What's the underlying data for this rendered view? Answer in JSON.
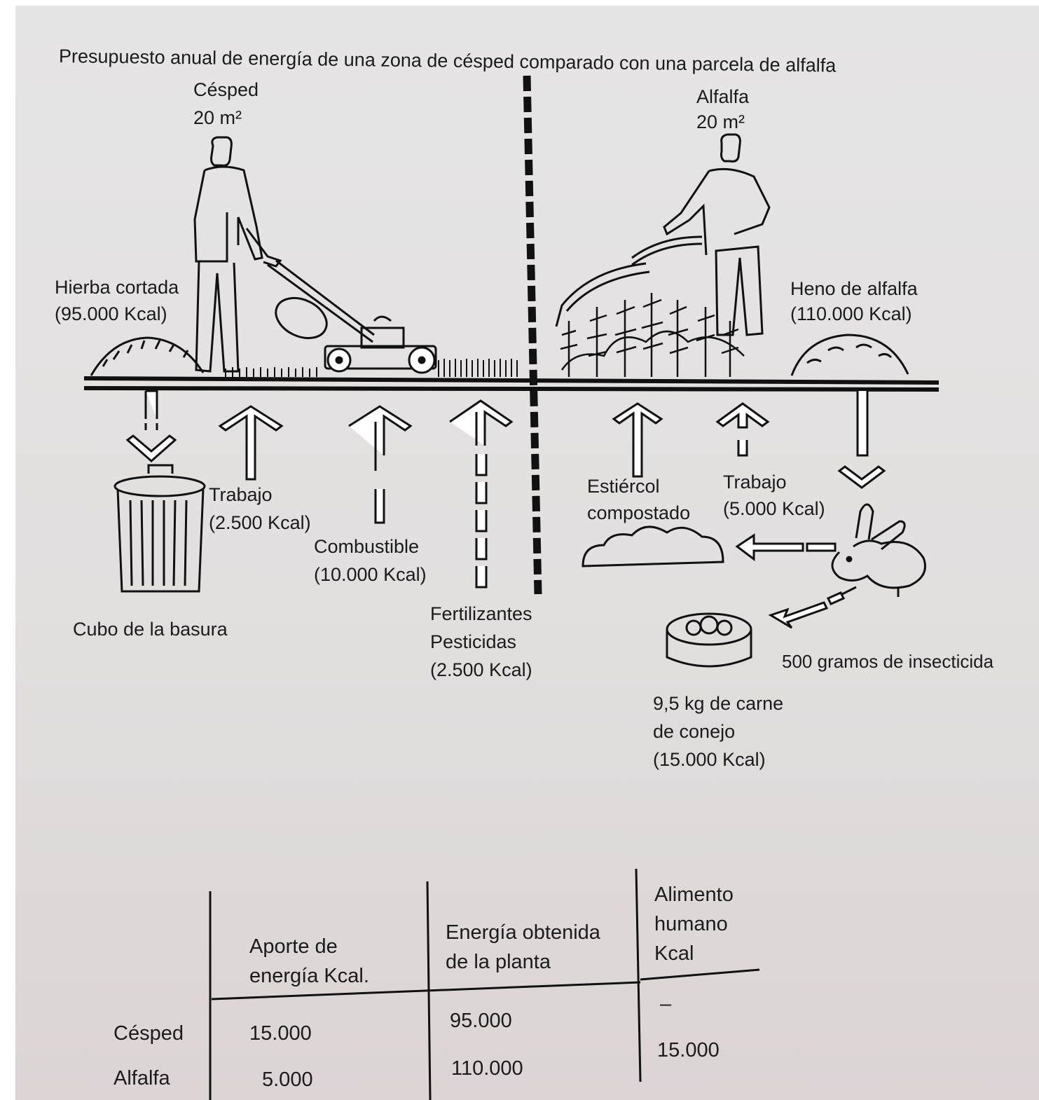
{
  "title": "Presupuesto anual de energía de una zona de césped comparado con una parcela de alfalfa",
  "lawn": {
    "name": "Césped",
    "area": "20 m²",
    "cuttings": "Hierba cortada",
    "cuttings_energy": "(95.000 Kcal)",
    "trash": "Cubo de la basura",
    "work": "Trabajo",
    "work_energy": "(2.500 Kcal)",
    "fuel": "Combustible",
    "fuel_energy": "(10.000 Kcal)",
    "fertilizers": "Fertilizantes",
    "pesticides": "Pesticidas",
    "fert_energy": "(2.500 Kcal)"
  },
  "alfalfa": {
    "name": "Alfalfa",
    "area": "20 m²",
    "hay": "Heno de alfalfa",
    "hay_energy": "(110.000 Kcal)",
    "manure_1": "Estiércol",
    "manure_2": "compostado",
    "work": "Trabajo",
    "work_energy": "(5.000 Kcal)",
    "insecticide": "500 gramos de insecticida",
    "meat_1": "9,5 kg de carne",
    "meat_2": "de conejo",
    "meat_energy": "(15.000 Kcal)"
  },
  "table": {
    "col1": [
      "Aporte de",
      "energía Kcal."
    ],
    "col2": [
      "Energía obtenida",
      "de la planta"
    ],
    "col3": [
      "Alimento",
      "humano",
      "Kcal"
    ],
    "rows": [
      {
        "label": "Césped",
        "input": "15.000",
        "obtained": "95.000"
      },
      {
        "label": "Alfalfa",
        "input": "5.000",
        "obtained": "110.000"
      }
    ],
    "food_dash": "–",
    "food_value": "15.000"
  }
}
